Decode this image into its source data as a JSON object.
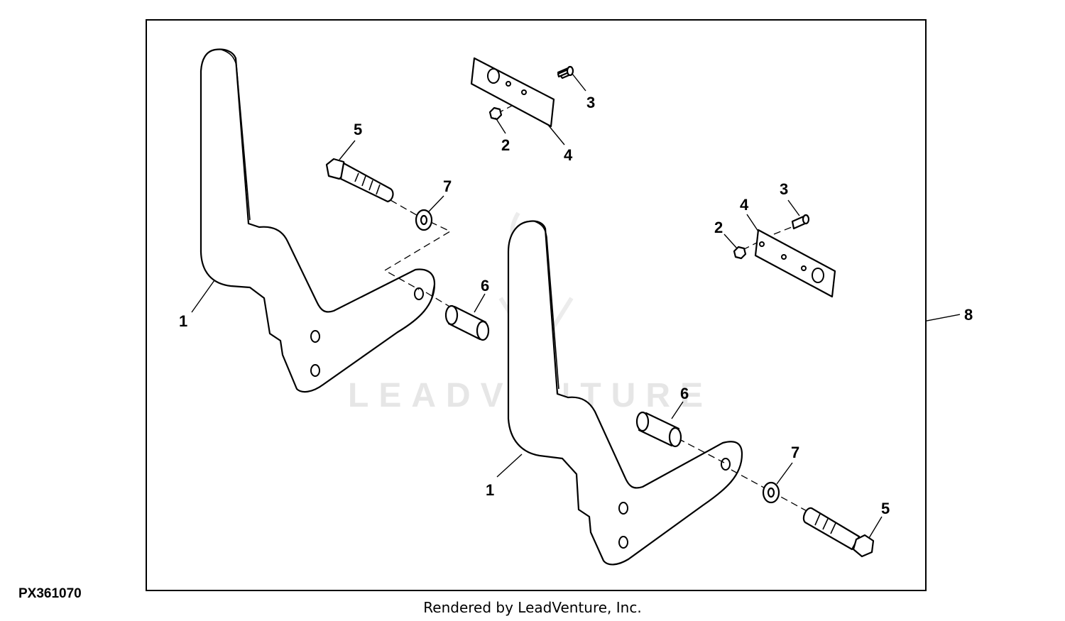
{
  "figure_id": "PX361070",
  "footer": "Rendered by LeadVenture, Inc.",
  "watermark": "LEADVENTURE",
  "callouts": {
    "c1a": "1",
    "c1b": "1",
    "c2a": "2",
    "c2b": "2",
    "c3a": "3",
    "c3b": "3",
    "c4a": "4",
    "c4b": "4",
    "c5a": "5",
    "c5b": "5",
    "c6a": "6",
    "c6b": "6",
    "c7a": "7",
    "c7b": "7",
    "c8": "8"
  }
}
